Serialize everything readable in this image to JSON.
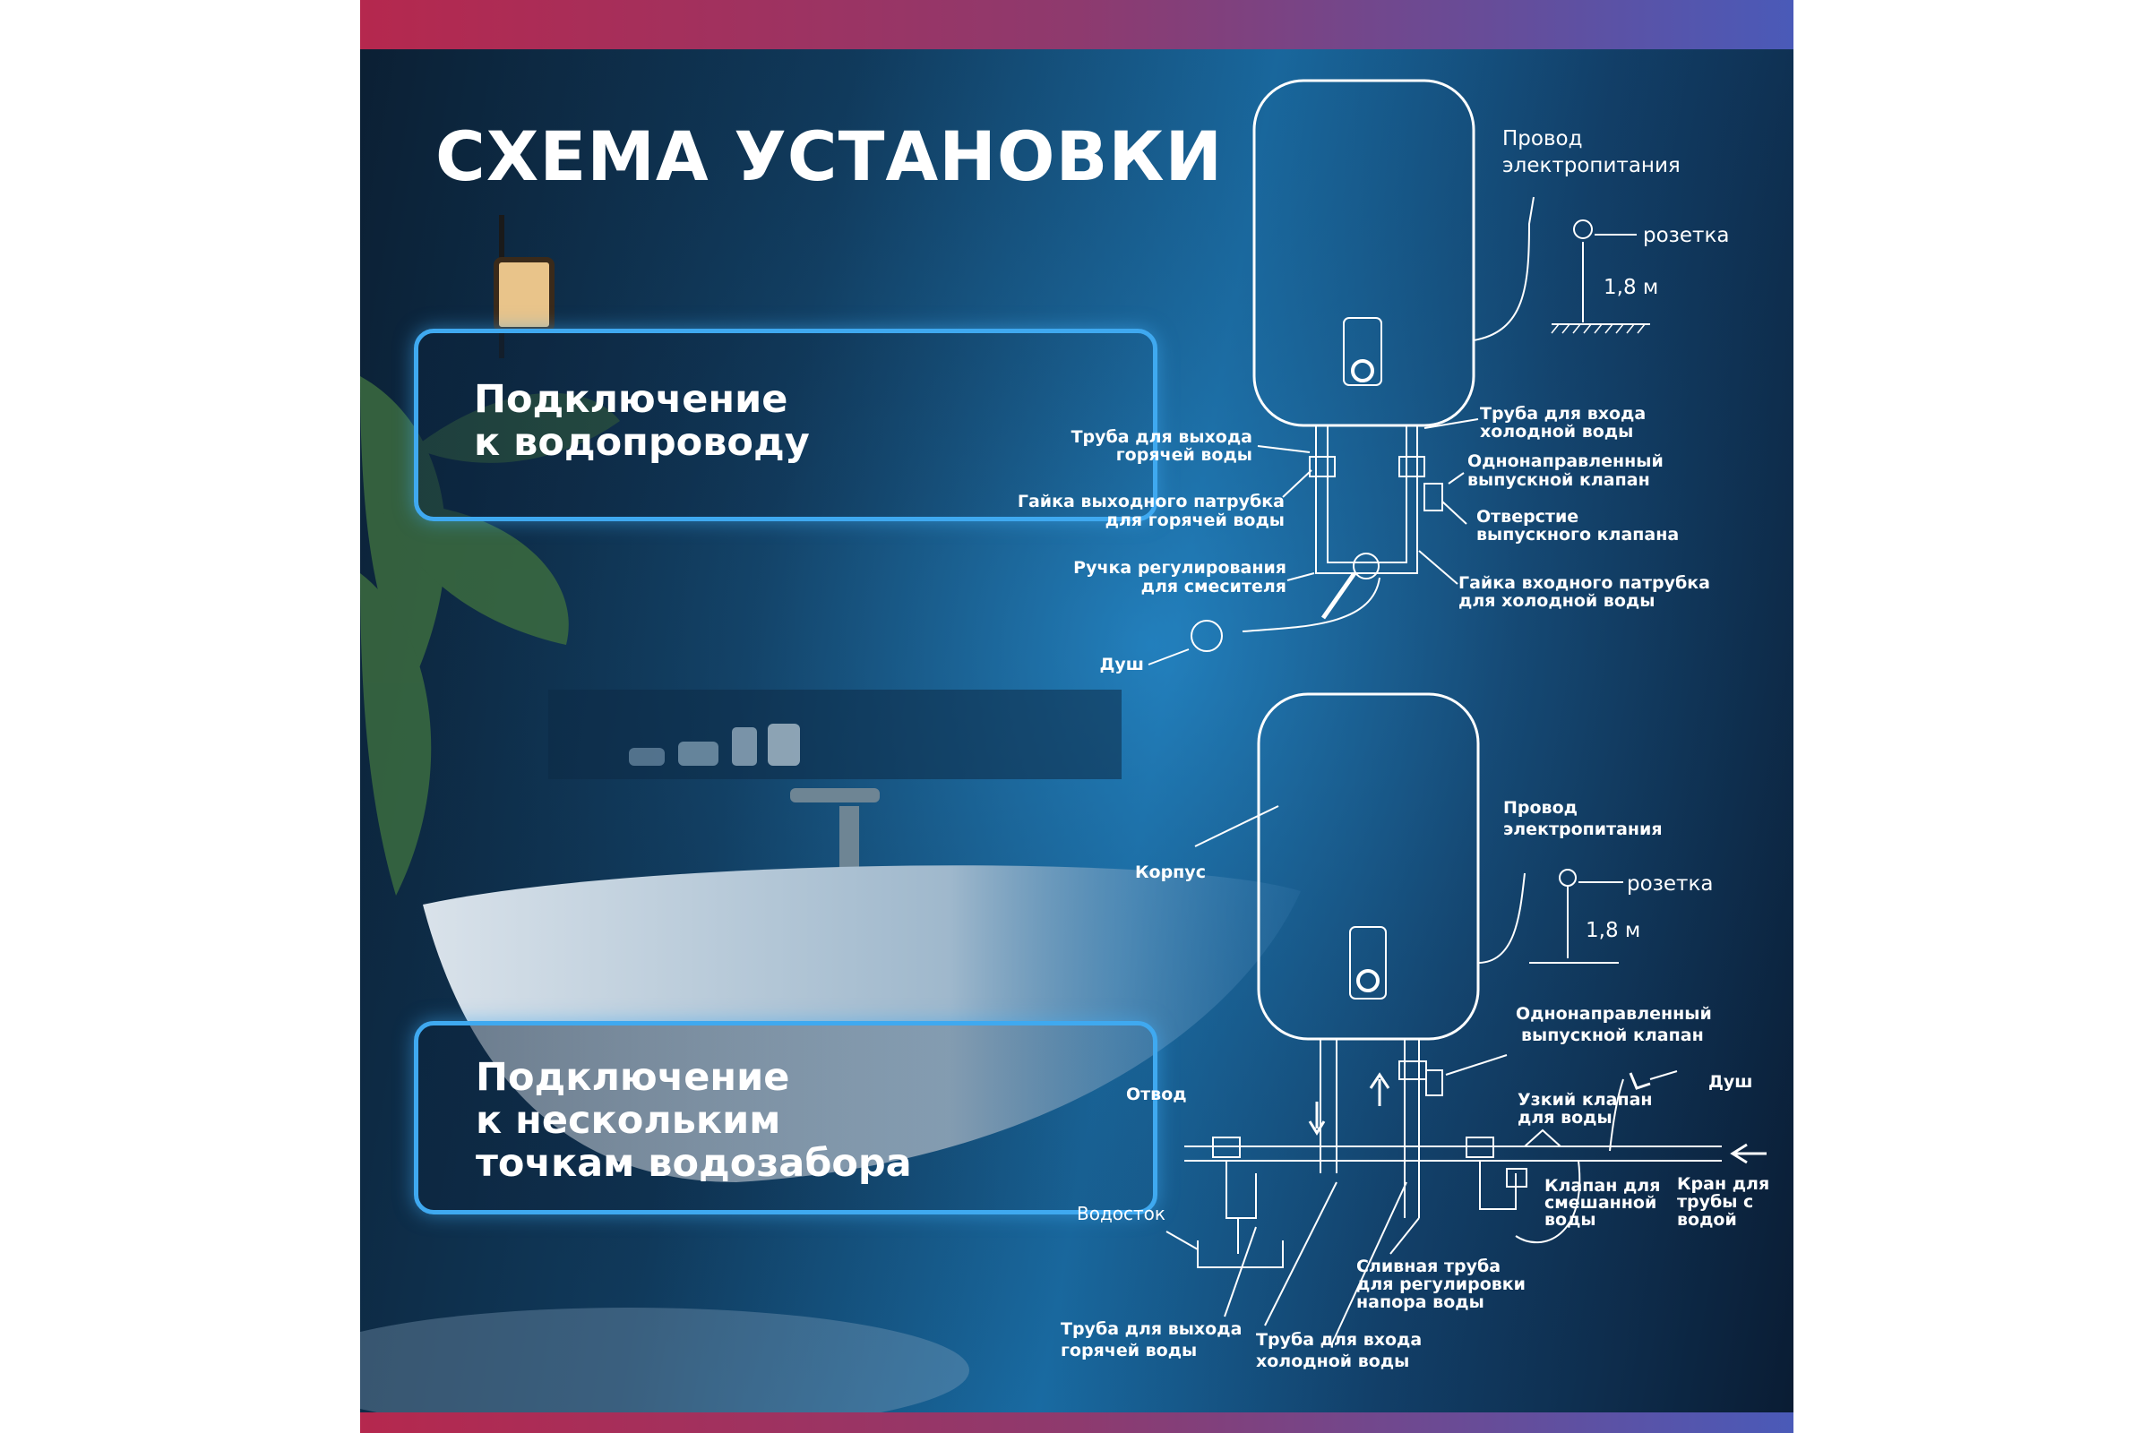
{
  "title": "СХЕМА УСТАНОВКИ",
  "callouts": {
    "water_supply": {
      "line1": "Подключение",
      "line2": "к водопроводу"
    },
    "multi_point": {
      "line1": "Подключение",
      "line2": "к нескольким",
      "line3": "точкам водозабора"
    }
  },
  "diagram_top": {
    "power_cable_1": "Провод",
    "power_cable_2": "электропитания",
    "socket": "розетка",
    "height": "1,8 м",
    "hot_pipe_1": "Труба для выхода",
    "hot_pipe_2": "горячей воды",
    "cold_pipe_1": "Труба для входа",
    "cold_pipe_2": "холодной воды",
    "check_valve_1": "Однонаправленный",
    "check_valve_2": "выпускной клапан",
    "hot_nut_1": "Гайка выходного патрубка",
    "hot_nut_2": "для горячей воды",
    "valve_hole_1": "Отверстие",
    "valve_hole_2": "выпускного клапана",
    "mixer_handle_1": "Ручка регулирования",
    "mixer_handle_2": "для смесителя",
    "cold_nut_1": "Гайка входного патрубка",
    "cold_nut_2": "для холодной воды",
    "shower": "Душ"
  },
  "diagram_bottom": {
    "body": "Корпус",
    "power_cable_1": "Провод",
    "power_cable_2": "электропитания",
    "socket": "розетка",
    "height": "1,8 м",
    "check_valve_1": "Однонаправленный",
    "check_valve_2": "выпускной клапан",
    "branch": "Отвод",
    "shower": "Душ",
    "narrow_valve_1": "Узкий клапан",
    "narrow_valve_2": "для воды",
    "mixed_valve_1": "Клапан для",
    "mixed_valve_2": "смешанной",
    "mixed_valve_3": "воды",
    "tap_1": "Кран для",
    "tap_2": "трубы с",
    "tap_3": "водой",
    "drain": "Водосток",
    "drain_pipe_1": "Сливная труба",
    "drain_pipe_2": "для регулировки",
    "drain_pipe_3": "напора воды",
    "hot_pipe_1": "Труба для выхода",
    "hot_pipe_2": "горячей воды",
    "cold_pipe_1": "Труба для входа",
    "cold_pipe_2": "холодной воды"
  }
}
